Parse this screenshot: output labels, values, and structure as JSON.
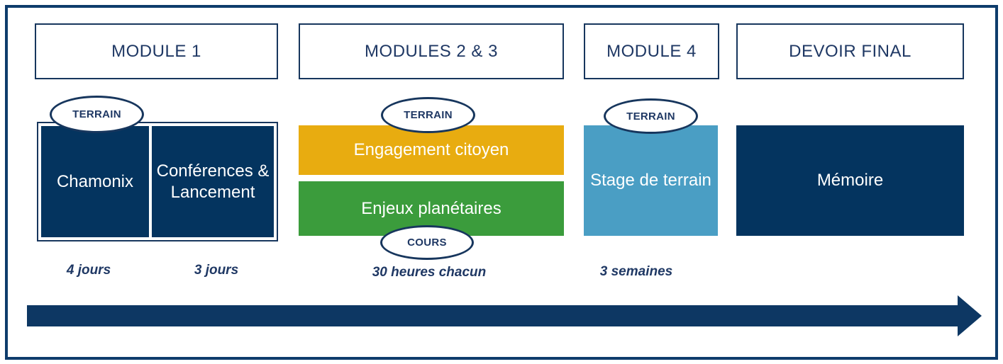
{
  "diagram": {
    "columns": [
      {
        "header": "MODULE 1",
        "badge": "TERRAIN",
        "box1": "Chamonix",
        "box2": "Conférences & Lancement",
        "duration1": "4 jours",
        "duration2": "3 jours"
      },
      {
        "header": "MODULES 2 & 3",
        "badge_top": "TERRAIN",
        "bar1": "Engagement citoyen",
        "bar2": "Enjeux planétaires",
        "badge_bottom": "COURS",
        "duration": "30 heures chacun"
      },
      {
        "header": "MODULE 4",
        "badge": "TERRAIN",
        "box": "Stage de terrain",
        "duration": "3 semaines"
      },
      {
        "header": "DEVOIR FINAL",
        "box": "Mémoire"
      }
    ],
    "colors": {
      "frame_border": "#0E3C6C",
      "box_border": "#17365D",
      "text_navy": "#1F3864",
      "navy_fill": "#04345F",
      "orange_fill": "#E8AC10",
      "green_fill": "#3B9C3C",
      "light_blue_fill": "#4A9EC4",
      "arrow_fill": "#0D3763"
    }
  }
}
